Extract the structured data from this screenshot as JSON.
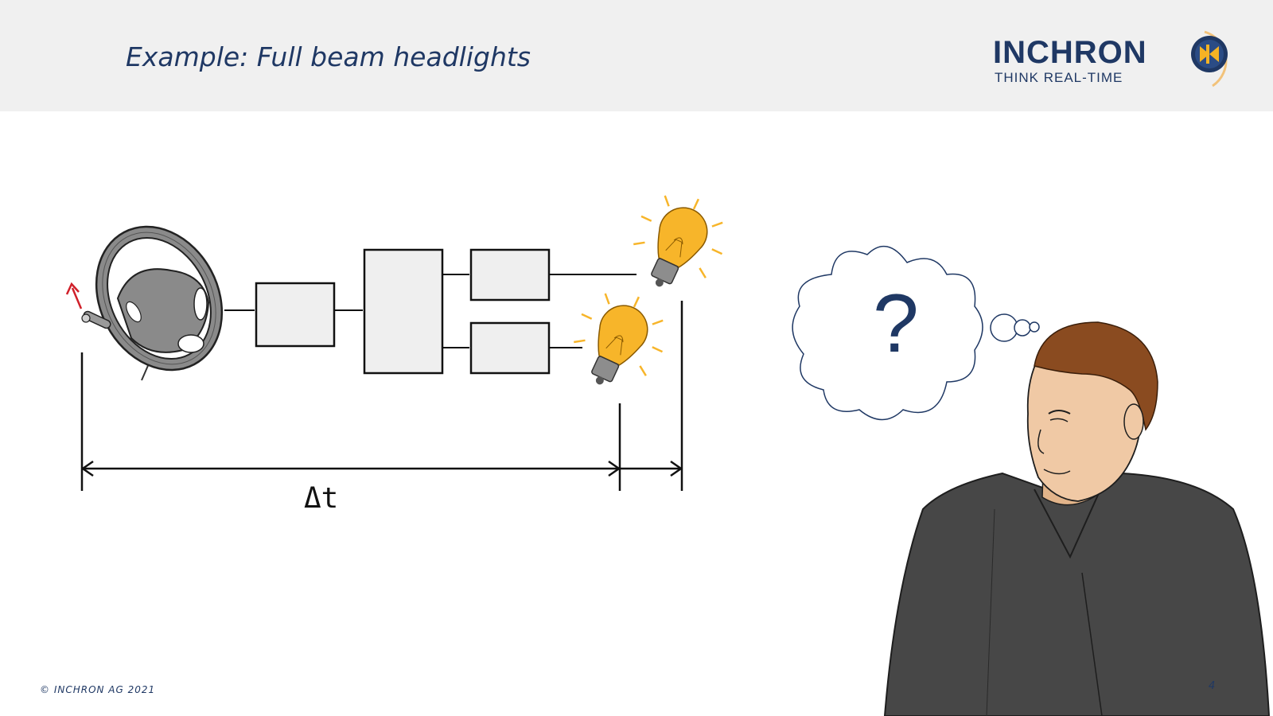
{
  "slide": {
    "title": "Example: Full beam headlights",
    "delta_label": "Δt",
    "thought_text": "?",
    "copyright": "© INCHRON AG 2021",
    "page_number": "4"
  },
  "logo": {
    "wordmark": "INCHRON",
    "tagline": "THINK REAL-TIME"
  },
  "colors": {
    "title": "#1f3864",
    "header_bg": "#f0f0f0",
    "bulb": "#f7b52a",
    "arrow_red": "#d0202a",
    "box_fill": "#efefef"
  },
  "icons": [
    "steering-wheel-icon",
    "light-bulb-icon",
    "thought-bubble-icon",
    "person-illustration"
  ]
}
